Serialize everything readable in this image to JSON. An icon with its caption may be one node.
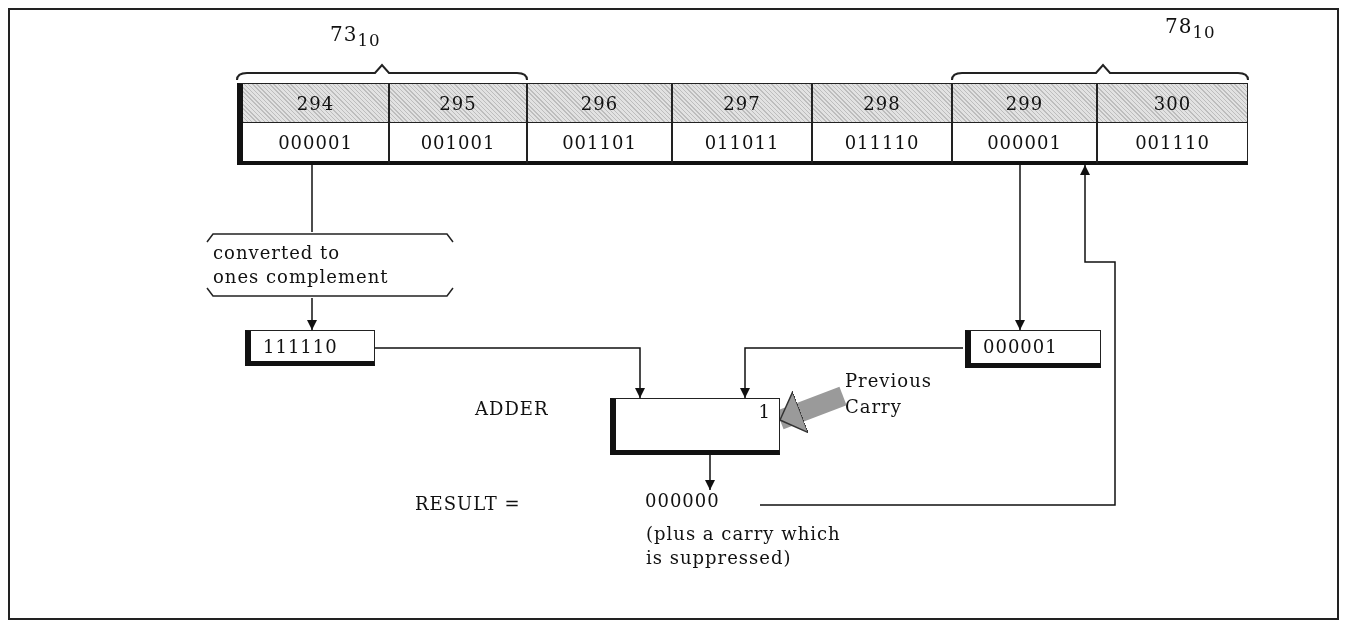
{
  "diagram": {
    "nodes": [
      {
        "text": [
          "294",
          "000001"
        ]
      },
      {
        "text": [
          "295",
          "001001"
        ]
      },
      {
        "text": [
          "296",
          "001101"
        ]
      },
      {
        "text": [
          "297",
          "011011"
        ]
      },
      {
        "text": [
          "298",
          "011110"
        ]
      },
      {
        "text": [
          "299",
          "000001"
        ]
      },
      {
        "text": [
          "300",
          "001110"
        ]
      },
      {
        "text": [
          "converted to ones complement"
        ]
      },
      {
        "text": [
          "111110"
        ]
      },
      {
        "text": [
          "000001"
        ]
      },
      {
        "text": [
          "1"
        ],
        "beside": [
          "ADDER"
        ]
      },
      {
        "text": [
          "000000"
        ],
        "beside": [
          "(plus a carry which is suppressed)"
        ]
      },
      {
        "text": [
          "Previous Carry"
        ]
      }
    ],
    "edges": [
      {
        "from": 0,
        "to": 7,
        "arrow": "none"
      },
      {
        "from": 7,
        "to": 8,
        "arrow": "to"
      },
      {
        "from": 8,
        "to": 10,
        "arrow": "to"
      },
      {
        "from": 5,
        "to": 9,
        "arrow": "to"
      },
      {
        "from": 9,
        "to": 10,
        "arrow": "to"
      },
      {
        "from": 12,
        "to": 10,
        "arrow": "to",
        "style": "thick",
        "color": "#9a9a9a"
      },
      {
        "from": 10,
        "to": 11,
        "arrow": "to"
      },
      {
        "from": 11,
        "to": 5,
        "arrow": "to"
      }
    ],
    "labels": [
      "73$_{10}$",
      "78$_{10}$",
      "RESULT ="
    ]
  }
}
